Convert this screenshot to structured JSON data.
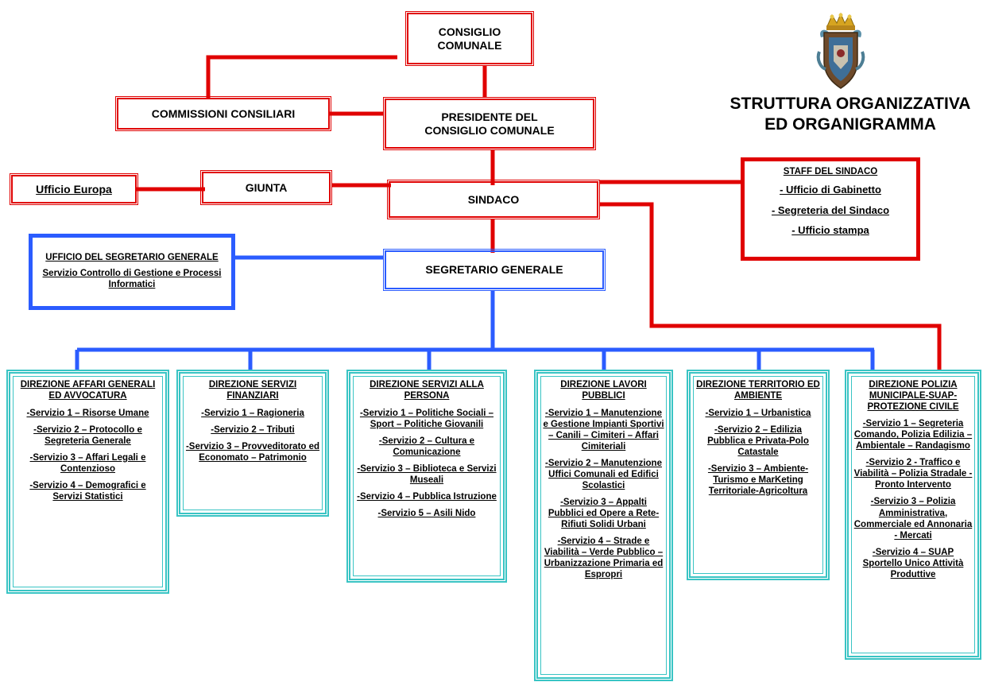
{
  "title": {
    "line1": "STRUTTURA ORGANIZZATIVA",
    "line2": "ED ORGANIGRAMMA"
  },
  "colors": {
    "red": "#e00000",
    "blue": "#2b5cff",
    "teal": "#39c4c4"
  },
  "nodes": {
    "consiglio": {
      "line1": "CONSIGLIO",
      "line2": "COMUNALE"
    },
    "commissioni": "COMMISSIONI CONSILIARI",
    "presidente": {
      "line1": "PRESIDENTE DEL",
      "line2": "CONSIGLIO COMUNALE"
    },
    "ufficio_europa": "Ufficio Europa",
    "giunta": "GIUNTA",
    "sindaco": "SINDACO",
    "staff": {
      "title": "STAFF DEL SINDACO",
      "items": [
        "- Ufficio di Gabinetto",
        "- Segreteria del Sindaco",
        "- Ufficio stampa"
      ]
    },
    "ufficio_segretario": {
      "title": "UFFICIO DEL SEGRETARIO GENERALE",
      "service": "Servizio Controllo di Gestione e Processi Informatici"
    },
    "segretario": "SEGRETARIO GENERALE"
  },
  "directions": [
    {
      "title": "DIREZIONE AFFARI GENERALI ED AVVOCATURA",
      "services": [
        "-Servizio 1 – Risorse Umane",
        "-Servizio 2 – Protocollo e Segreteria Generale",
        "-Servizio 3 – Affari Legali e Contenzioso",
        "-Servizio 4 – Demografici e Servizi Statistici"
      ]
    },
    {
      "title": "DIREZIONE SERVIZI FINANZIARI",
      "services": [
        "-Servizio 1 – Ragioneria",
        "-Servizio 2 – Tributi",
        "-Servizio 3 – Provveditorato ed Economato – Patrimonio"
      ]
    },
    {
      "title": "DIREZIONE SERVIZI ALLA PERSONA",
      "services": [
        "-Servizio 1 – Politiche Sociali – Sport – Politiche Giovanili",
        "-Servizio 2 – Cultura e Comunicazione",
        "-Servizio 3 – Biblioteca e Servizi Museali",
        "-Servizio 4 – Pubblica Istruzione",
        "-Servizio 5 – Asili Nido"
      ]
    },
    {
      "title": "DIREZIONE LAVORI PUBBLICI",
      "services": [
        "-Servizio 1 – Manutenzione e Gestione Impianti Sportivi – Canili – Cimiteri – Affari Cimiteriali",
        "-Servizio 2 – Manutenzione Uffici Comunali ed Edifici Scolastici",
        "-Servizio 3 – Appalti Pubblici ed Opere a Rete-Rifiuti Solidi Urbani",
        "-Servizio 4 – Strade e Viabilità – Verde Pubblico – Urbanizzazione Primaria ed Espropri"
      ]
    },
    {
      "title": "DIREZIONE TERRITORIO ED AMBIENTE",
      "services": [
        "-Servizio 1 – Urbanistica",
        "-Servizio 2 – Edilizia Pubblica e Privata-Polo Catastale",
        "-Servizio 3 – Ambiente-Turismo e MarKeting Territoriale-Agricoltura"
      ]
    },
    {
      "title": "DIREZIONE POLIZIA MUNICIPALE-SUAP-PROTEZIONE CIVILE",
      "services": [
        "-Servizio 1 – Segreteria Comando, Polizia Edilizia – Ambientale – Randagismo",
        "-Servizio 2 - Traffico e Viabilità – Polizia Stradale - Pronto Intervento",
        "-Servizio 3 – Polizia Amministrativa, Commerciale ed Annonaria - Mercati",
        "-Servizio 4 – SUAP Sportello Unico Attività Produttive"
      ]
    }
  ]
}
